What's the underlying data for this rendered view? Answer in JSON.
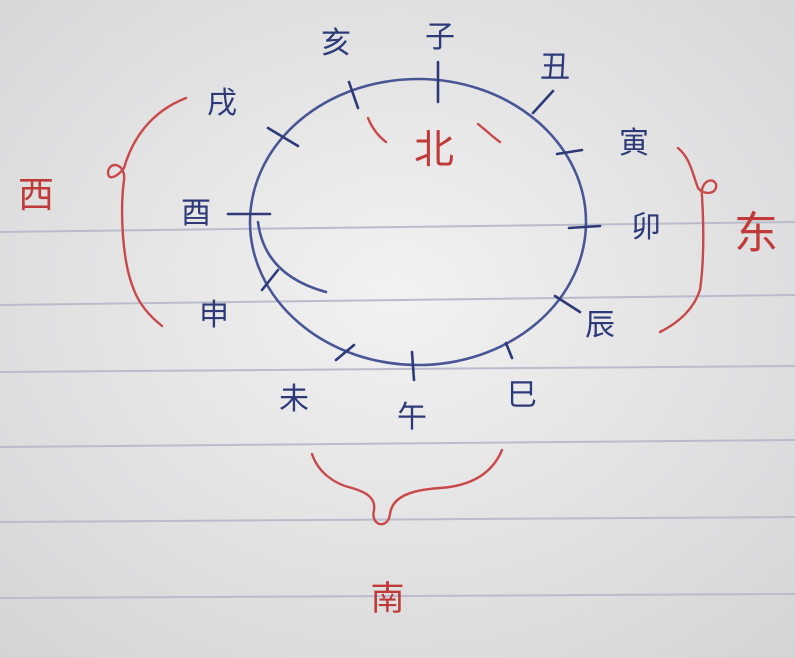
{
  "branches": {
    "zi": "子",
    "chou": "丑",
    "yin": "寅",
    "mao": "卯",
    "chen": "辰",
    "si": "巳",
    "wu": "午",
    "wei": "未",
    "shen": "申",
    "you": "酉",
    "xu": "戌",
    "hai": "亥"
  },
  "directions": {
    "north": "北",
    "east": "东",
    "south": "南",
    "west": "西"
  },
  "colors": {
    "paper": "#e9e9e9",
    "rule_line": "#b9bccb",
    "ink_blue": "#3f4a8e",
    "ink_red": "#c03a3a"
  }
}
